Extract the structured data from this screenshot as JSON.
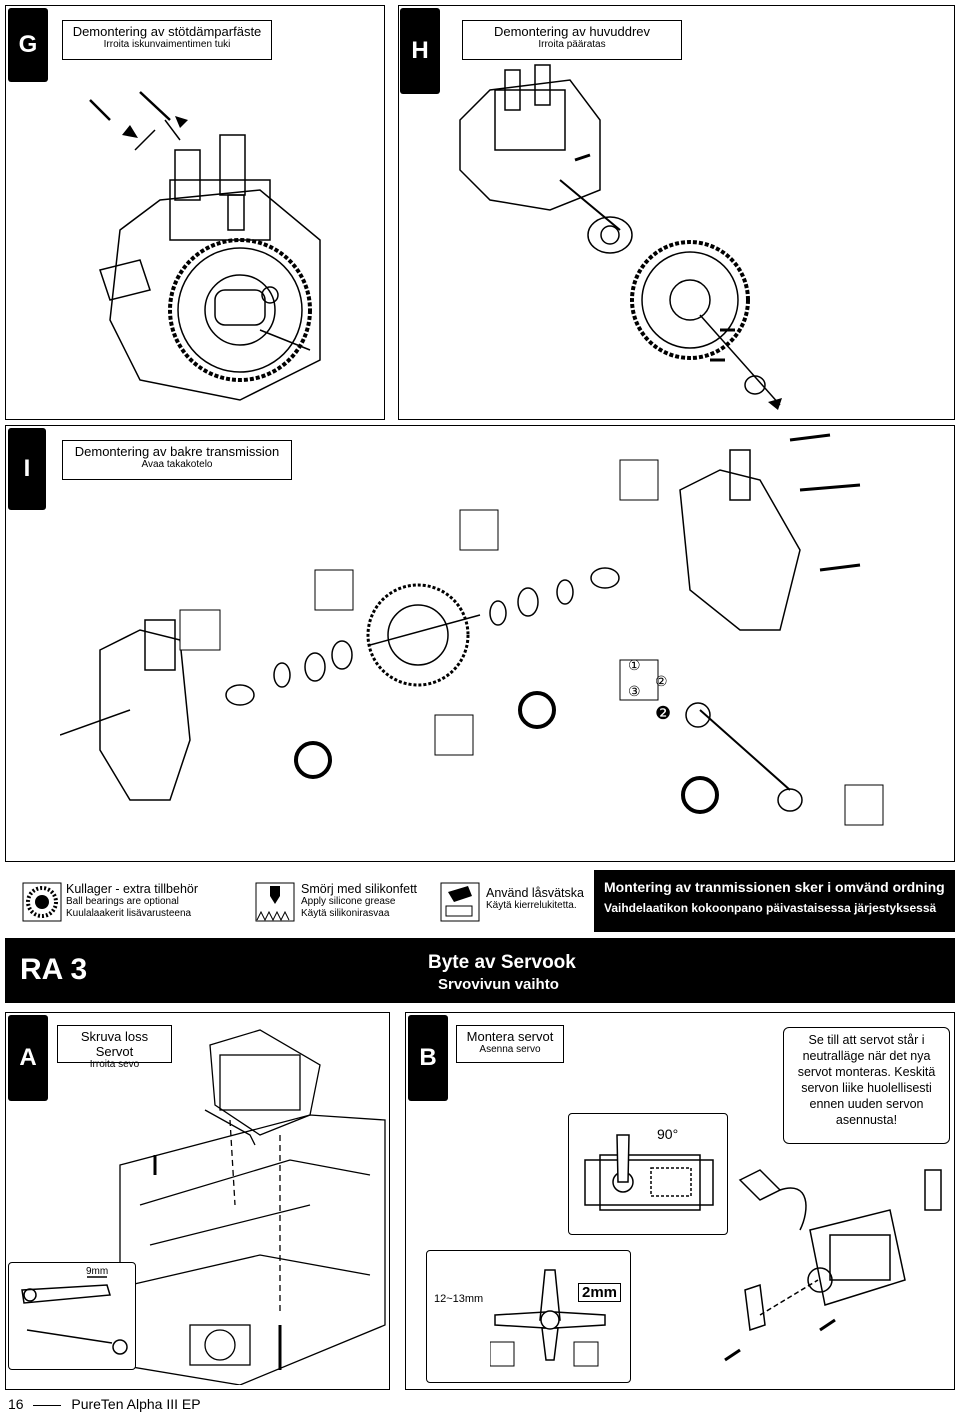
{
  "panels": {
    "G": {
      "letter": "G",
      "title": "Demontering av stötdämparfäste",
      "subtitle": "Irroita iskunvaimentimen tuki"
    },
    "H": {
      "letter": "H",
      "title": "Demontering av huvuddrev",
      "subtitle": "Irroita pääratas"
    },
    "I": {
      "letter": "I",
      "title": "Demontering av bakre transmission",
      "subtitle": "Avaa takakotelo"
    }
  },
  "legend": {
    "bearing": {
      "line1": "Kullager - extra tillbehör",
      "line2": "Ball bearings are optional",
      "line3": "Kuulalaakerit lisävarusteena",
      "icon": "bearing-icon"
    },
    "grease": {
      "line1": "Smörj med silikonfett",
      "line2": "Apply silicone grease",
      "line3": "Käytä silikonirasvaa",
      "icon": "grease-icon"
    },
    "lock": {
      "line1": "Använd låsvätska",
      "line2": "Käytä kierrelukitetta.",
      "icon": "threadlock-icon"
    },
    "banner": {
      "line1": "Montering av tranmissionen sker i omvänd ordning",
      "line2": "Vaihdelaatikon kokoonpano päivastaisessa järjestyksessä"
    }
  },
  "section": {
    "code": "RA 3",
    "title": "Byte av Servook",
    "subtitle": "Srvovivun vaihto"
  },
  "panelA": {
    "letter": "A",
    "title": "Skruva loss Servot",
    "subtitle": "Irroita sevo"
  },
  "panelB": {
    "letter": "B",
    "title": "Montera servot",
    "subtitle": "Asenna servo"
  },
  "note": {
    "text": "Se till att servot står i neutralläge när det nya servot monteras. Keskitä servon liike huolellisesti ennen uuden servon asennusta!"
  },
  "labels": {
    "angle": "90°",
    "arm_length": "12~13mm",
    "hole": "2mm",
    "tool": "9mm",
    "num1": "①",
    "num2": "②",
    "num3": "③",
    "num2b": "❷"
  },
  "footer": {
    "page": "16",
    "product": "PureTen Alpha III EP"
  }
}
